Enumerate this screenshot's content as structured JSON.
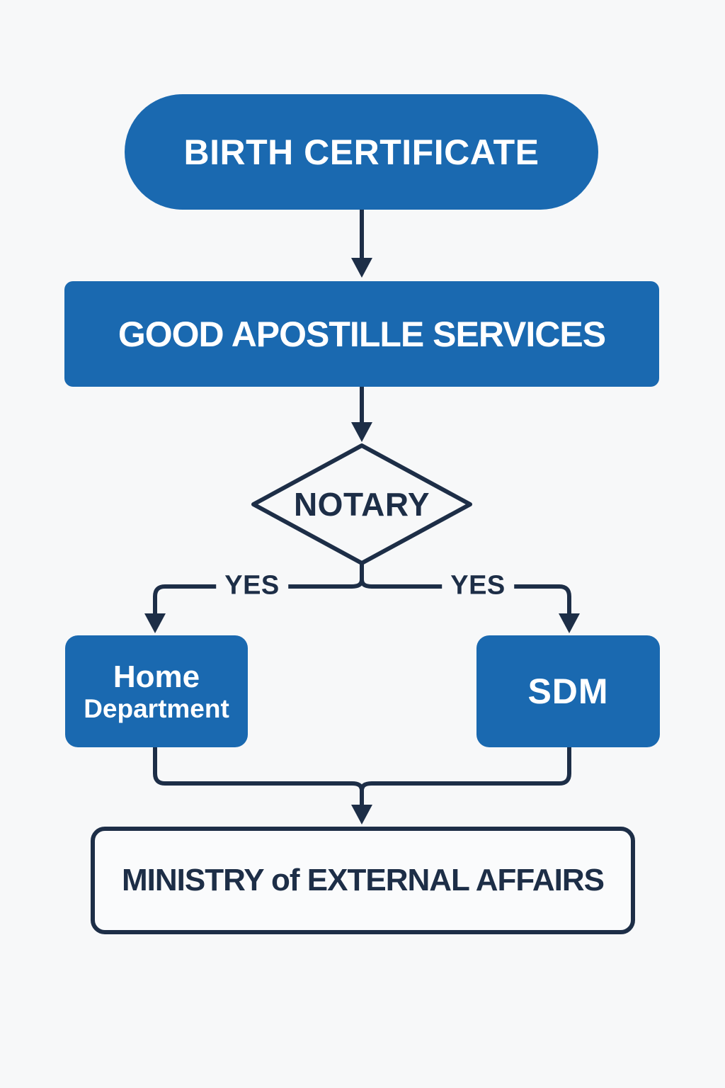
{
  "palette": {
    "node_blue": "#1a69b0",
    "ink_navy": "#1d2e47",
    "page_bg": "#f7f8f9",
    "node_text": "#ffffff"
  },
  "flowchart": {
    "nodes": {
      "birth_certificate": {
        "label": "BIRTH CERTIFICATE"
      },
      "good_apostille_services": {
        "label": "GOOD APOSTILLE SERVICES"
      },
      "notary": {
        "label": "NOTARY"
      },
      "home_department": {
        "label_line1": "Home",
        "label_line2": "Department"
      },
      "sdm": {
        "label": "SDM"
      },
      "ministry": {
        "label": "MINISTRY of EXTERNAL AFFAIRS"
      }
    },
    "edge_labels": {
      "left": "YES",
      "right": "YES"
    }
  }
}
